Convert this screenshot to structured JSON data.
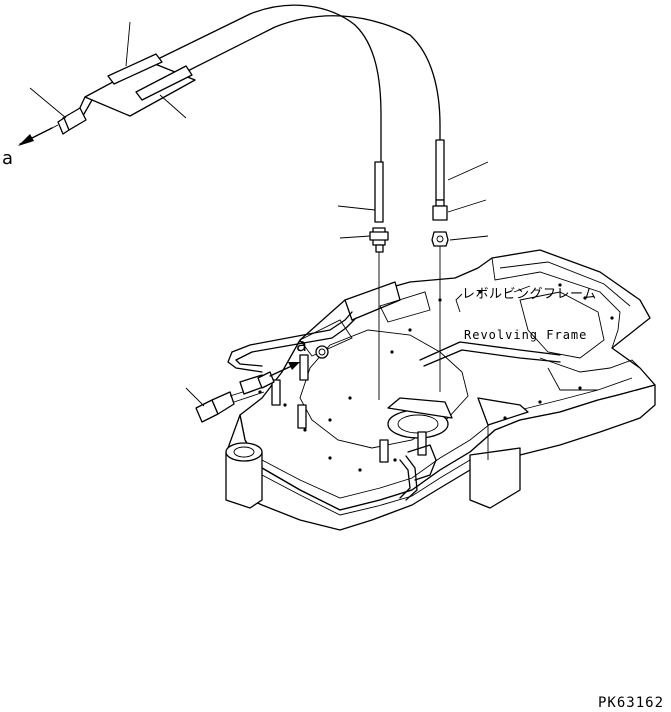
{
  "callouts": {
    "view_a_left": "a",
    "view_a_center": "a"
  },
  "frame_label": {
    "japanese": "レボルビングフレーム",
    "english": "Revolving Frame"
  },
  "drawing_number": "PK63162"
}
